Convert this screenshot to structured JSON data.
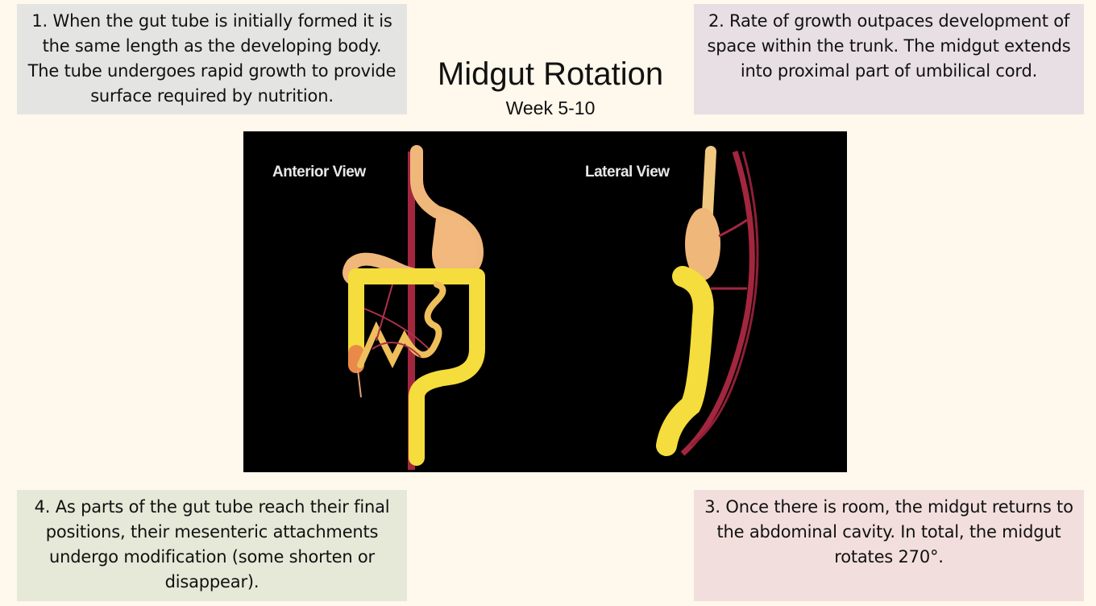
{
  "title": "Midgut Rotation",
  "subtitle": "Week 5-10",
  "boxes": {
    "step1": "1. When the gut tube is initially formed it is the same length as the developing body. The tube undergoes rapid growth to provide surface required by nutrition.",
    "step2": "2. Rate of growth outpaces development of space within the trunk. The midgut extends into proximal part of umbilical cord.",
    "step3": "3. Once there is room, the midgut returns to the abdominal cavity. In total, the midgut rotates 270°.",
    "step4": "4. As parts of the gut tube reach their final positions, their mesenteric attachments undergo modification (some shorten or disappear)."
  },
  "figure": {
    "anterior_label": "Anterior View",
    "lateral_label": "Lateral View"
  },
  "colors": {
    "background": "#fff8ec",
    "gut": "#f2dc3a",
    "stomach": "#f0b77a",
    "vessel": "#a3263f"
  }
}
